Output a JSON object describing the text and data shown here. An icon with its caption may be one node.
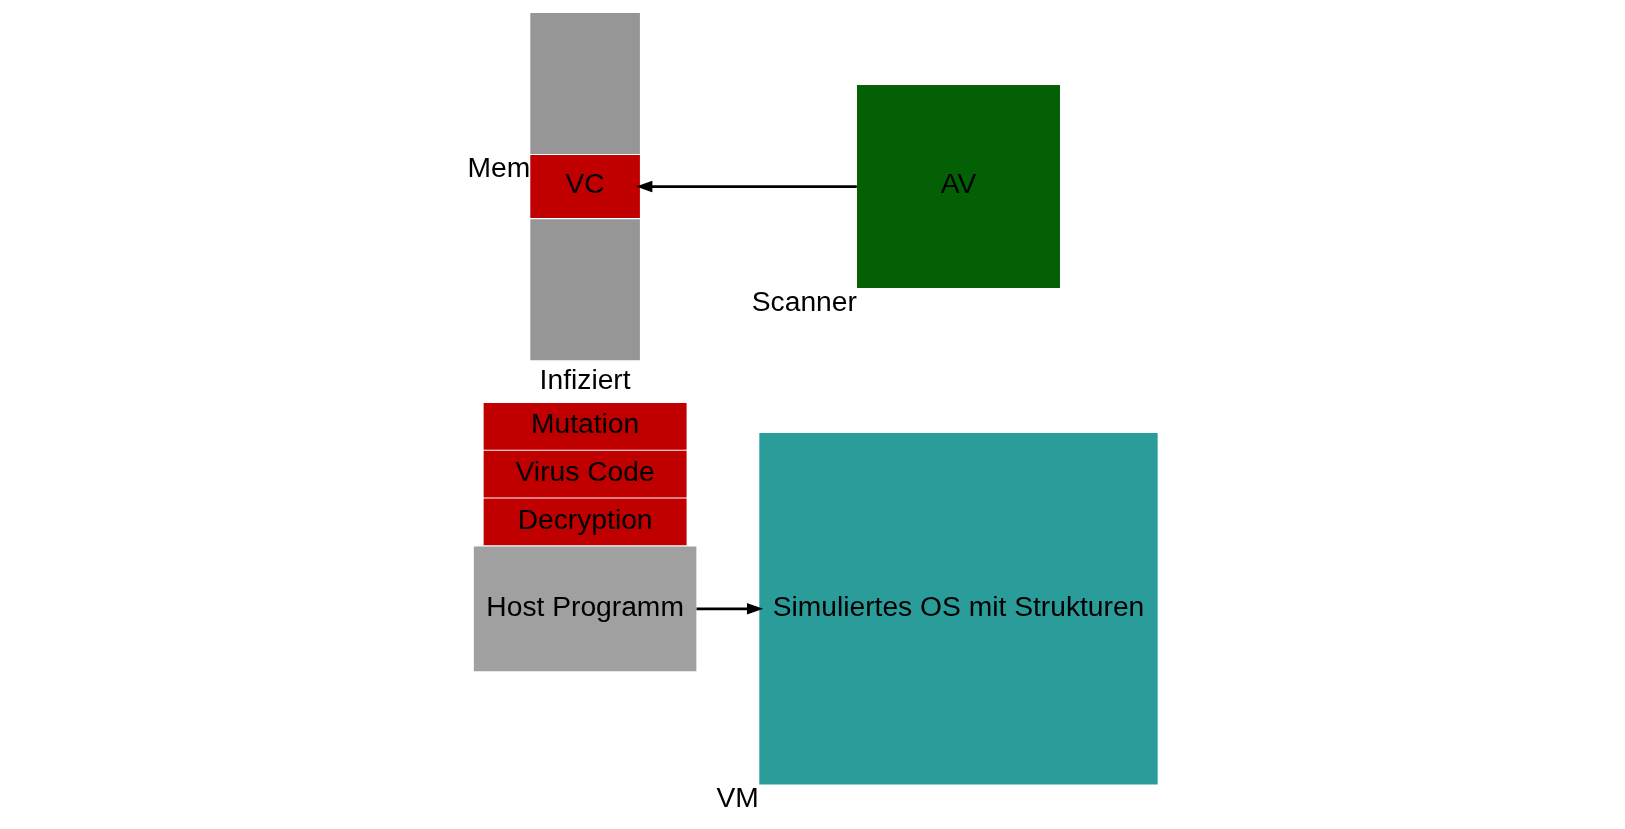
{
  "diagram": {
    "nodes": [
      {
        "text": [
          "Host Programm"
        ]
      },
      {
        "text": [
          "Decryption"
        ]
      },
      {
        "text": [
          "Virus Code"
        ]
      },
      {
        "text": [
          "Mutation"
        ]
      },
      {
        "text": [
          "Simuliertes OS mit Strukturen"
        ],
        "beside": [
          "VM"
        ]
      },
      {
        "text": [],
        "shape": "box"
      },
      {
        "text": [
          "VC"
        ]
      },
      {
        "text": [],
        "shape": "box",
        "beside": [
          "Mem"
        ]
      },
      {
        "text": [
          "AV"
        ],
        "beside": [
          "Scanner"
        ]
      }
    ],
    "edges": [
      {
        "from": 0,
        "to": 4,
        "arrow": "to"
      },
      {
        "from": 8,
        "to": 6,
        "arrow": "to"
      }
    ],
    "labels": [
      "Infiziert"
    ]
  }
}
